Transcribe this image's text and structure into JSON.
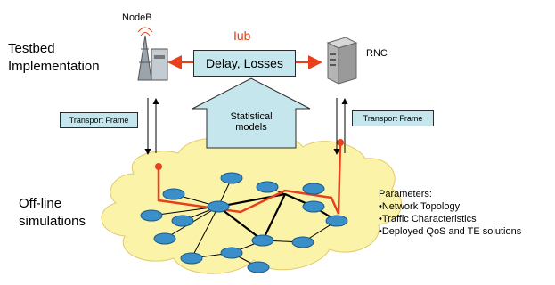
{
  "labels": {
    "nodeb": "NodeB",
    "rnc": "RNC",
    "iub": "Iub",
    "testbed_line1": "Testbed",
    "testbed_line2": "Implementation",
    "offline_line1": "Off-line",
    "offline_line2": "simulations",
    "delay_losses": "Delay, Losses",
    "statistical_line1": "Statistical",
    "statistical_line2": "models",
    "transport_frame_left": "Transport Frame",
    "transport_frame_right": "Transport Frame"
  },
  "parameters": {
    "title": "Parameters:",
    "items": [
      "•Network Topology",
      "•Traffic Characteristics",
      "•Deployed QoS and TE solutions"
    ]
  },
  "colors": {
    "accent_red": "#e8401c",
    "box_fill": "#c5e6ec",
    "cloud_fill": "#fbf4a8",
    "router_blue": "#3a8fc9"
  }
}
